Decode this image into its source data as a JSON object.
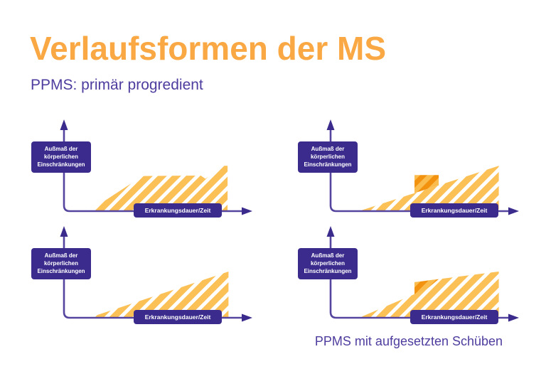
{
  "page": {
    "title": "Verlaufsformen der MS",
    "subtitle": "PPMS: primär progredient",
    "caption": "PPMS mit aufgesetzten Schüben"
  },
  "colors": {
    "title_orange": "#F9A843",
    "text_purple": "#4E3C9E",
    "box_purple": "#3B2B8C",
    "axis_purple": "#55459E",
    "hatch_yellow": "#FBC156",
    "hatch_white": "#FFFFFF",
    "relapse_light": "#FBBC4E",
    "relapse_dark": "#F2920E",
    "background": "#FFFFFF"
  },
  "chart_data": [
    {
      "type": "area",
      "name": "ppms-progression-with-plateau",
      "description": "Disability rises, plateaus, then increases again",
      "ylabel": "Außmaß der körperlichen Einschränkungen",
      "xlabel": "Erkrankungsdauer/Zeit",
      "x_range": [
        0,
        100
      ],
      "y_range": [
        0,
        100
      ],
      "grid": false,
      "area_points": [
        [
          13.5,
          0
        ],
        [
          42.5,
          38
        ],
        [
          74,
          38.5
        ],
        [
          76.5,
          35
        ],
        [
          86.5,
          49
        ],
        [
          88.5,
          49
        ],
        [
          88.5,
          0
        ]
      ],
      "relapse_points": null
    },
    {
      "type": "area",
      "name": "ppms-steady-progression-with-relapse",
      "description": "Steadily rising disability with one superimposed relapse bump",
      "ylabel": "Außmaß der körperlichen Einschränkungen",
      "xlabel": "Erkrankungsdauer/Zeit",
      "x_range": [
        0,
        100
      ],
      "y_range": [
        0,
        100
      ],
      "grid": false,
      "area_points": [
        [
          15.4,
          0
        ],
        [
          91,
          49
        ],
        [
          91,
          0
        ]
      ],
      "relapse_points": [
        [
          45.4,
          19.5
        ],
        [
          45.4,
          39
        ],
        [
          58.5,
          39
        ],
        [
          58.5,
          28
        ]
      ]
    },
    {
      "type": "area",
      "name": "ppms-steady-progression",
      "description": "Steadily rising disability without relapses",
      "ylabel": "Außmaß der körperlichen Einschränkungen",
      "xlabel": "Erkrankungsdauer/Zeit",
      "x_range": [
        0,
        100
      ],
      "y_range": [
        0,
        100
      ],
      "grid": false,
      "area_points": [
        [
          13.5,
          0
        ],
        [
          89,
          50
        ],
        [
          89,
          0
        ]
      ],
      "relapse_points": null
    },
    {
      "type": "area",
      "name": "ppms-progression-with-step-relapse",
      "description": "Rising disability with a step increase after a relapse with residual deficit",
      "ylabel": "Außmaß der körperlichen Einschränkungen",
      "xlabel": "Erkrankungsdauer/Zeit",
      "x_range": [
        0,
        100
      ],
      "y_range": [
        0,
        100
      ],
      "grid": false,
      "area_points": [
        [
          15.4,
          0
        ],
        [
          45.4,
          25.6
        ],
        [
          45.4,
          38.5
        ],
        [
          91,
          50
        ],
        [
          91,
          0
        ]
      ],
      "relapse_points": [
        [
          45.4,
          38.5
        ],
        [
          58.5,
          41.8
        ],
        [
          52,
          31
        ],
        [
          45.4,
          25.6
        ]
      ]
    }
  ]
}
